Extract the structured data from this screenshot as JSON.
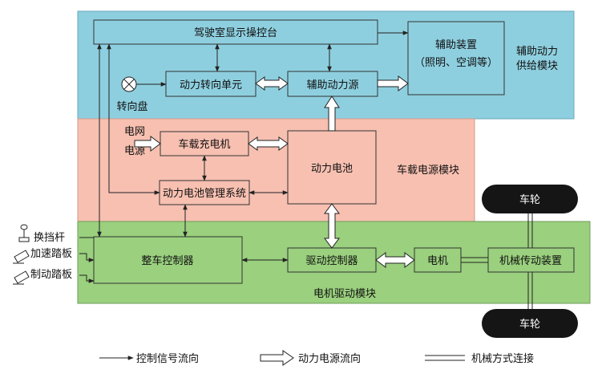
{
  "modules": {
    "aux": "辅助动力\n供给模块",
    "power": "车载电源模块",
    "drive": "电机驱动模块"
  },
  "components": {
    "console": "驾驶室显示操控台",
    "aux_device": "辅助装置\n（照明、空调等）",
    "steering_unit": "动力转向单元",
    "aux_power": "辅助动力源",
    "steering_wheel": "转向盘",
    "grid": "电网\n电源",
    "charger": "车载充电机",
    "battery": "动力电池",
    "bms": "动力电池管理系统",
    "vcu": "整车控制器",
    "motor_ctrl": "驱动控制器",
    "motor": "电机",
    "transmission": "机械传动装置",
    "wheel_top": "车轮",
    "wheel_bottom": "车轮"
  },
  "inputs": {
    "gear_lever": "换挡杆",
    "accelerator": "加速踏板",
    "brake": "制动踏板"
  },
  "legend": {
    "signal": "控制信号流向",
    "power": "动力电源流向",
    "mechanical": "机械方式连接"
  },
  "colors": {
    "aux_module": "#8ECFDF",
    "power_module": "#F7C0B1",
    "drive_module": "#9AD07E",
    "aux_box": "#8ECFDF",
    "power_box": "#F7C0B1",
    "drive_box": "#9AD07E",
    "wheel": "#151515",
    "line": "#222222"
  }
}
